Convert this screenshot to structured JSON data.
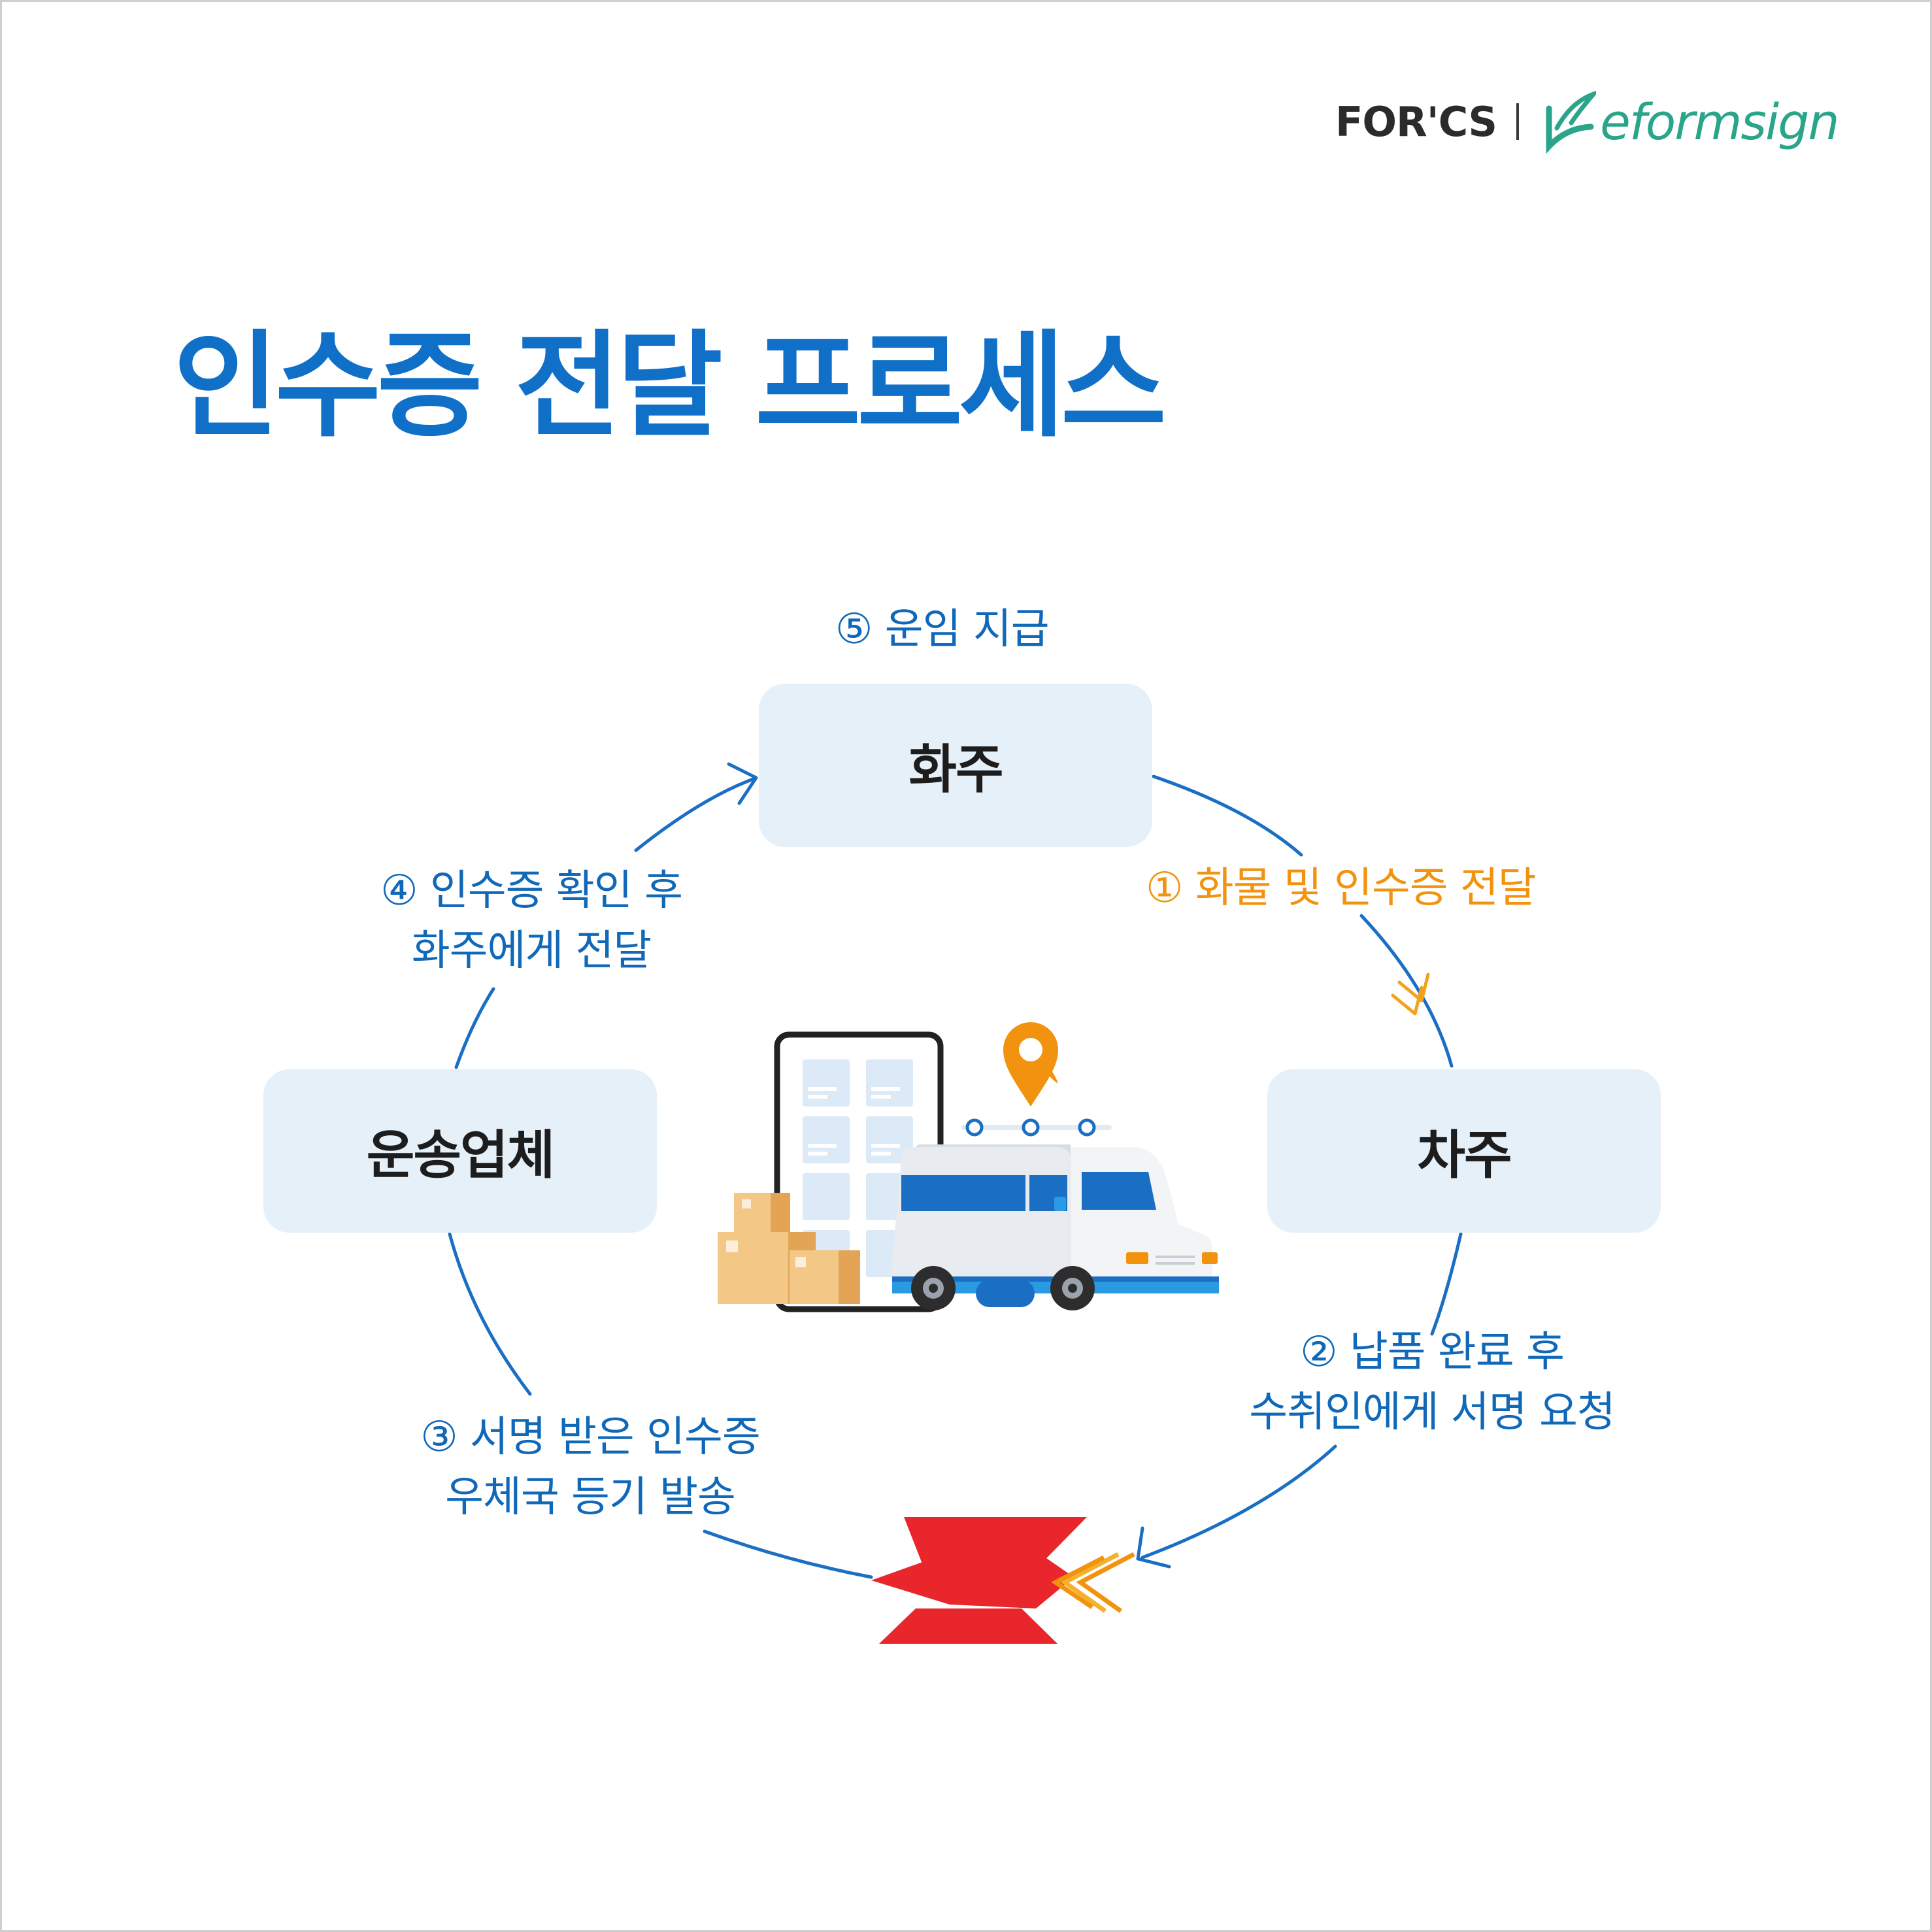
{
  "brand": {
    "forcs": "FOR'CS",
    "eformsign": "eformsign",
    "colors": {
      "forcs": "#2b2b2b",
      "eformsign": "#2aa58a"
    },
    "icons": [
      "forcs-logo",
      "eformsign-logo"
    ]
  },
  "title": "인수증 전달 프로세스",
  "nodes": {
    "shipper": "화주",
    "carrier_owner": "차주",
    "transport_company": "운송업체"
  },
  "steps": {
    "step1": {
      "lines": [
        "① 화물 및 인수증 전달"
      ],
      "color": "#f2930f"
    },
    "step2": {
      "lines": [
        "② 납품 완료 후",
        "수취인에게 서명 요청"
      ],
      "color": "#1068b8"
    },
    "step3": {
      "lines": [
        "③ 서명 받은 인수증",
        "우체국 등기 발송"
      ],
      "color": "#1068b8"
    },
    "step4": {
      "lines": [
        "④ 인수증 확인 후",
        "화주에게 전달"
      ],
      "color": "#1068b8"
    },
    "step5": {
      "lines": [
        "⑤ 운임 지급"
      ],
      "color": "#1068b8"
    }
  },
  "illustrations": {
    "center": [
      "tablet-icon",
      "cargo-boxes-icon",
      "delivery-truck-icon",
      "location-pin-icon"
    ],
    "bottom": "korea-post-logo-icon"
  },
  "colors": {
    "title": "#1070c8",
    "node_bg": "#e6f0f9",
    "cycle_line": "#1a6fc4",
    "highlight": "#f2930f",
    "post_red": "#e8262b"
  }
}
